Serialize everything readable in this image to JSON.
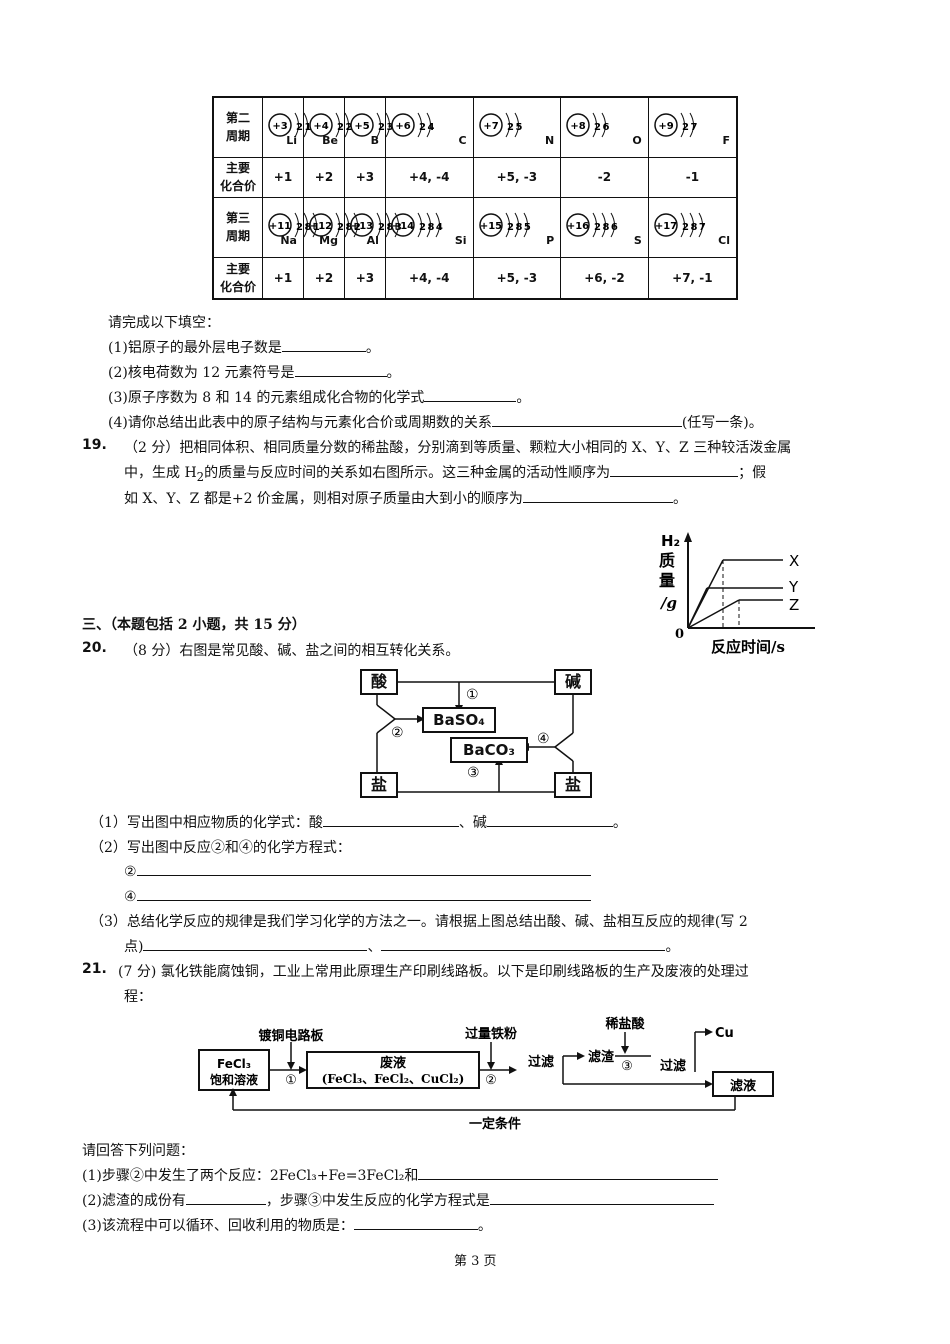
{
  "table": {
    "rows": [
      {
        "header": [
          "第二",
          "周期"
        ],
        "type": "atoms",
        "cells": [
          {
            "nucleus": "+3",
            "shells": "2 1",
            "symbol": "Li"
          },
          {
            "nucleus": "+4",
            "shells": "2 2",
            "symbol": "Be"
          },
          {
            "nucleus": "+5",
            "shells": "2 3",
            "symbol": "B"
          },
          {
            "nucleus": "+6",
            "shells": "2 4",
            "symbol": "C"
          },
          {
            "nucleus": "+7",
            "shells": "2 5",
            "symbol": "N"
          },
          {
            "nucleus": "+8",
            "shells": "2 6",
            "symbol": "O"
          },
          {
            "nucleus": "+9",
            "shells": "2 7",
            "symbol": "F"
          }
        ]
      },
      {
        "header": [
          "主要",
          "化合价"
        ],
        "type": "valence",
        "cells": [
          "+1",
          "+2",
          "+3",
          "+4, -4",
          "+5, -3",
          "-2",
          "-1"
        ]
      },
      {
        "header": [
          "第三",
          "周期"
        ],
        "type": "atoms",
        "cells": [
          {
            "nucleus": "+11",
            "shells": "2 8 1",
            "symbol": "Na"
          },
          {
            "nucleus": "+12",
            "shells": "2 8 2",
            "symbol": "Mg"
          },
          {
            "nucleus": "+13",
            "shells": "2 8 3",
            "symbol": "Al"
          },
          {
            "nucleus": "+14",
            "shells": "2 8 4",
            "symbol": "Si"
          },
          {
            "nucleus": "+15",
            "shells": "2 8 5",
            "symbol": "P"
          },
          {
            "nucleus": "+16",
            "shells": "2 8 6",
            "symbol": "S"
          },
          {
            "nucleus": "+17",
            "shells": "2 8 7",
            "symbol": "Cl"
          }
        ]
      },
      {
        "header": [
          "主要",
          "化合价"
        ],
        "type": "valence",
        "cells": [
          "+1",
          "+2",
          "+3",
          "+4, -4",
          "+5, -3",
          "+6, -2",
          "+7, -1"
        ]
      }
    ]
  },
  "q18": {
    "intro": "请完成以下填空：",
    "p1": "(1)铝原子的最外层电子数是",
    "p2": "(2)核电荷数为 12 元素符号是",
    "p3": "(3)原子序数为 8 和 14 的元素组成化合物的化学式",
    "p4": "(4)请你总结出此表中的原子结构与元素化合价或周期数的关系",
    "p4_tail": "(任写一条)。",
    "end": "。"
  },
  "q19": {
    "num": "19.",
    "line1": "（2 分）把相同体积、相同质量分数的稀盐酸，分别滴到等质量、颗粒大小相同的 X、Y、Z 三种较活泼金属",
    "line2a": "中，生成 H",
    "line2sub": "2",
    "line2b": "的质量与反应时间的关系如右图所示。这三种金属的活动性顺序为",
    "line2c": "；假",
    "line3": "如 X、Y、Z 都是+2 价金属，则相对原子质量由大到小的顺序为",
    "end": "。"
  },
  "graph": {
    "y_label_top": "H₂",
    "y_label_chars": [
      "质",
      "量",
      "/g"
    ],
    "origin": "0",
    "x_label": "反应时间/s",
    "series": [
      "X",
      "Y",
      "Z"
    ]
  },
  "section3": {
    "title": "三、（本题包括 2 小题，共 15 分）"
  },
  "q20": {
    "num": "20.",
    "stem": "（8 分）右图是常见酸、碱、盐之间的相互转化关系。",
    "diagram": {
      "acid": "酸",
      "base": "碱",
      "salt_left": "盐",
      "salt_right": "盐",
      "baso4": "BaSO₄",
      "baco3": "BaCO₃",
      "m1": "①",
      "m2": "②",
      "m3": "③",
      "m4": "④"
    },
    "s1": "（1）写出图中相应物质的化学式：酸",
    "s1b": "、碱",
    "s2": "（2）写出图中反应②和④的化学方程式：",
    "s2a": "②",
    "s2b": "④",
    "s3a": "（3）总结化学反应的规律是我们学习化学的方法之一。请根据上图总结出酸、碱、盐相互反应的规律(写 2",
    "s3b": "点)",
    "s3c": "、",
    "end": "。"
  },
  "q21": {
    "num": "21.",
    "line1": "(7 分) 氯化铁能腐蚀铜，工业上常用此原理生产印刷线路板。以下是印刷线路板的生产及废液的处理过",
    "line2": "程：",
    "flow": {
      "fecl3a": "FeCl₃",
      "fecl3b": "饱和溶液",
      "board": "镀铜电路板",
      "waste1": "废液",
      "waste2": "(FeCl₃、FeCl₂、CuCl₂)",
      "iron": "过量铁粉",
      "filter1": "过滤",
      "residue": "滤渣",
      "hcl": "稀盐酸",
      "filter2": "过滤",
      "cu": "Cu",
      "filtrate": "滤液",
      "cond": "一定条件",
      "c1": "①",
      "c2": "②",
      "c3": "③"
    },
    "ask": "请回答下列问题：",
    "a1": "(1)步骤②中发生了两个反应：2FeCl₃+Fe=3FeCl₂和",
    "a2": "(2)滤渣的成份有",
    "a2b": "，步骤③中发生反应的化学方程式是",
    "a3": "(3)该流程中可以循环、回收利用的物质是：",
    "end": "。"
  },
  "footer": "第 3 页"
}
